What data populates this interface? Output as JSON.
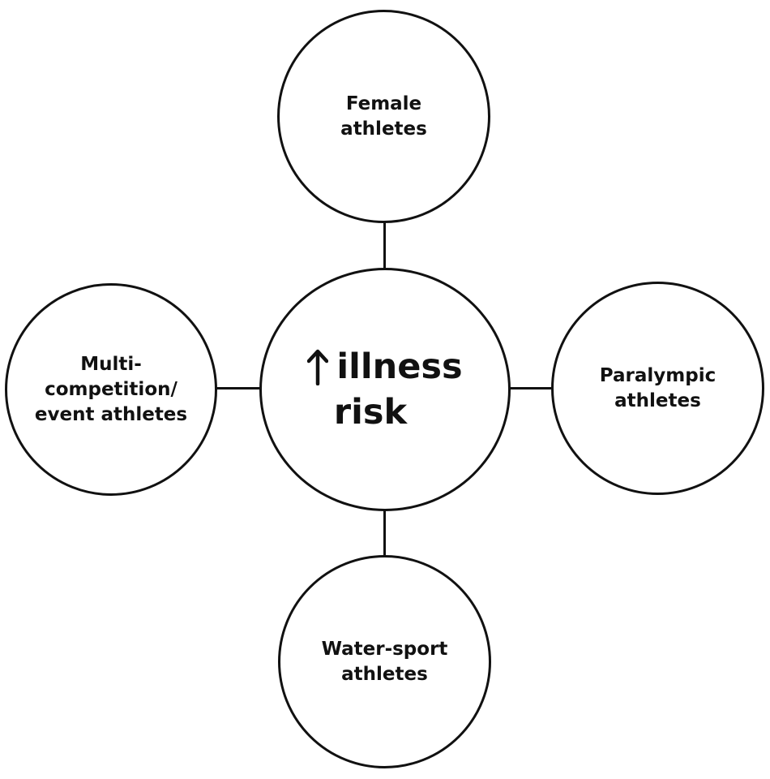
{
  "diagram": {
    "center": {
      "arrow_icon": "up-arrow-icon",
      "line1": "illness",
      "line2": "risk"
    },
    "nodes": {
      "top": {
        "label": "Female\nathletes"
      },
      "right": {
        "label": "Paralympic\nathletes"
      },
      "bottom": {
        "label": "Water-sport\nathletes"
      },
      "left": {
        "label": "Multi-\ncompetition/\nevent athletes"
      }
    },
    "colors": {
      "stroke": "#111111",
      "fill": "#ffffff",
      "text": "#111111"
    }
  }
}
